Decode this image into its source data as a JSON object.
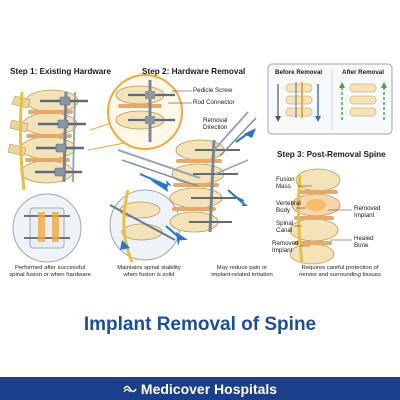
{
  "step1": {
    "title": "Step 1: Existing Hardware",
    "caption": [
      "Performed after successful",
      "spinal fusion or when hardware"
    ]
  },
  "step2": {
    "title": "Step 2: Hardware Removal",
    "labels": [
      "Pedicle Screw",
      "Rod Connector",
      "Removal",
      "Direction"
    ],
    "caption": [
      "Maintains spinal stability",
      "when fusion is solid"
    ]
  },
  "comparison": {
    "before": "Before Removal",
    "after": "After Removal"
  },
  "step3": {
    "title": "Step 3: Post-Removal Spine",
    "labels_left": [
      "Fusion",
      "Mass",
      "Vertebral",
      "Body",
      "Spinal",
      "Canal",
      "Removed",
      "Implant"
    ],
    "labels_right": [
      "Removed",
      "Implant",
      "Healed",
      "Bone"
    ],
    "caption": [
      "Requires careful protection of",
      "nerves and surrounding tissues"
    ]
  },
  "middle_caption": [
    "May reduce pain or",
    "implant-related irritation"
  ],
  "main_title": "Implant Removal of Spine",
  "footer": {
    "brand": "Medicover Hospitals"
  },
  "colors": {
    "title_blue": "#1b4f9c",
    "footer_bg": "#1c3f8c",
    "accent_orange": "#f2a93b",
    "arrow_blue": "#2a74c9",
    "arrow_green": "#3aa64a",
    "bone": "#f4e3b8"
  }
}
